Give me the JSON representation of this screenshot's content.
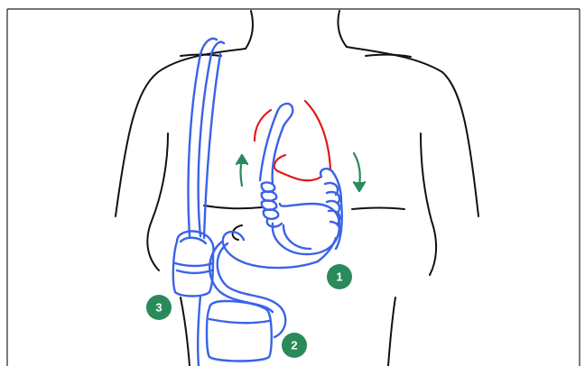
{
  "markers": [
    {
      "label": "1"
    },
    {
      "label": "2"
    },
    {
      "label": "3"
    }
  ],
  "colors": {
    "outline": "#111111",
    "device": "#3a63e8",
    "vessel": "#e01818",
    "marker": "#2a8a5a",
    "arrow": "#2a8a5a",
    "frame": "#222222"
  }
}
